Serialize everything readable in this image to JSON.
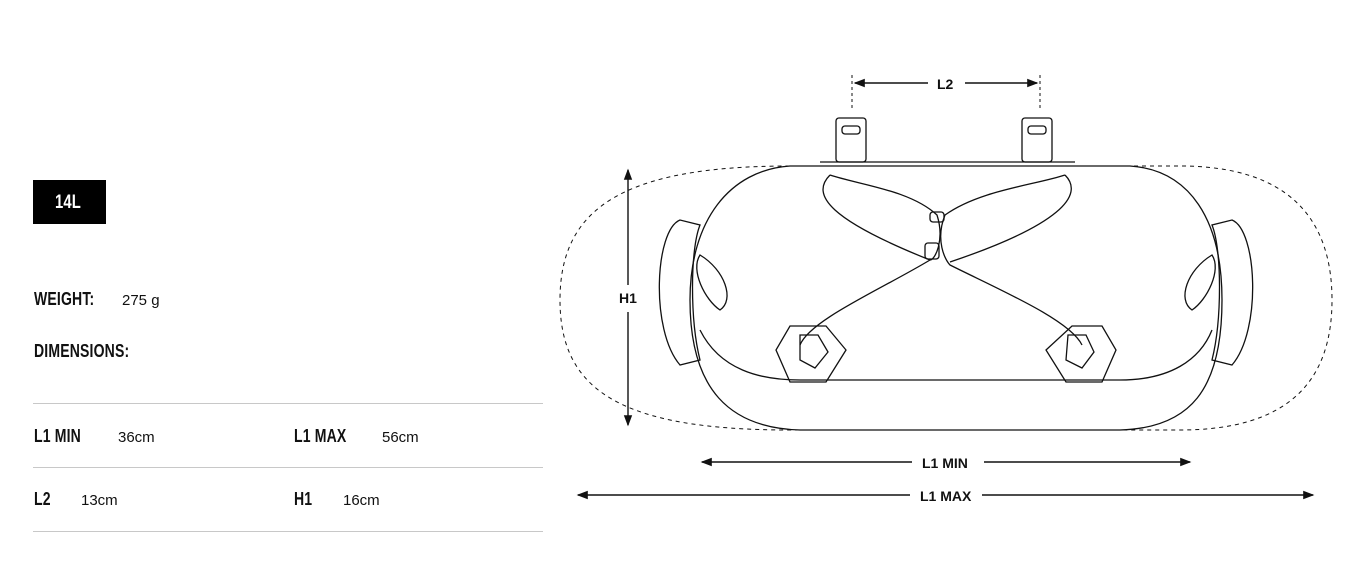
{
  "capacity": "14L",
  "weight": {
    "label": "WEIGHT:",
    "value": "275 g"
  },
  "dimensions_heading": "DIMENSIONS:",
  "dimensions": [
    {
      "label": "L1 MIN",
      "value": "36cm"
    },
    {
      "label": "L1 MAX",
      "value": "56cm"
    },
    {
      "label": "L2",
      "value": "13cm"
    },
    {
      "label": "H1",
      "value": "16cm"
    }
  ],
  "diagram": {
    "l2": "L2",
    "h1": "H1",
    "l1_min": "L1 MIN",
    "l1_max": "L1 MAX"
  }
}
